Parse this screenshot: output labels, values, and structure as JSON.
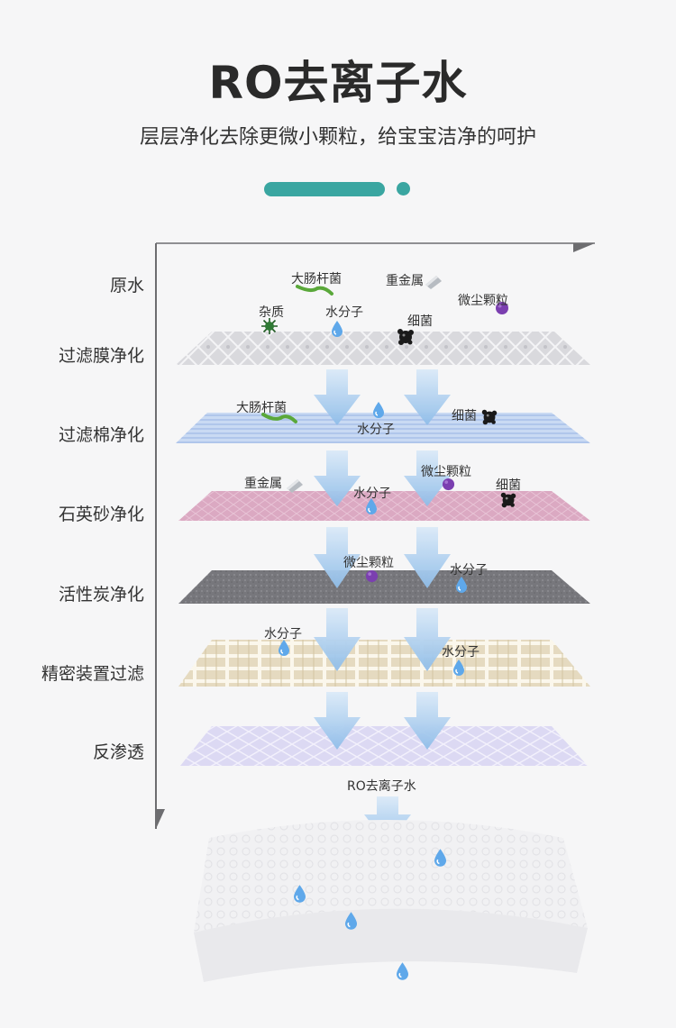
{
  "header": {
    "title": "RO去离子水",
    "subtitle": "层层净化去除更微小颗粒，给宝宝洁净的呵护"
  },
  "stages": [
    {
      "label": "原水"
    },
    {
      "label": "过滤膜净化"
    },
    {
      "label": "过滤棉净化"
    },
    {
      "label": "石英砂净化"
    },
    {
      "label": "活性炭净化"
    },
    {
      "label": "精密装置过滤"
    },
    {
      "label": "反渗透"
    }
  ],
  "particles": {
    "raw": {
      "ecoli": "大肠杆菌",
      "heavy_metal": "重金属",
      "dust": "微尘颗粒",
      "impurity": "杂质",
      "water": "水分子",
      "bacteria": "细菌"
    },
    "cotton": {
      "ecoli": "大肠杆菌",
      "water": "水分子",
      "bacteria": "细菌"
    },
    "quartz": {
      "heavy_metal": "重金属",
      "water": "水分子",
      "dust": "微尘颗粒",
      "bacteria": "细菌"
    },
    "carbon": {
      "dust": "微尘颗粒",
      "water": "水分子"
    },
    "precision": {
      "water_left": "水分子",
      "water_right": "水分子"
    }
  },
  "result": {
    "label": "RO去离子水"
  },
  "colors": {
    "accent": "#3aa6a1",
    "arrow": "#9fc7ec",
    "ecoli": "#5aa83a",
    "dust": "#7b3fb0",
    "bacteria": "#1a1a1a"
  }
}
